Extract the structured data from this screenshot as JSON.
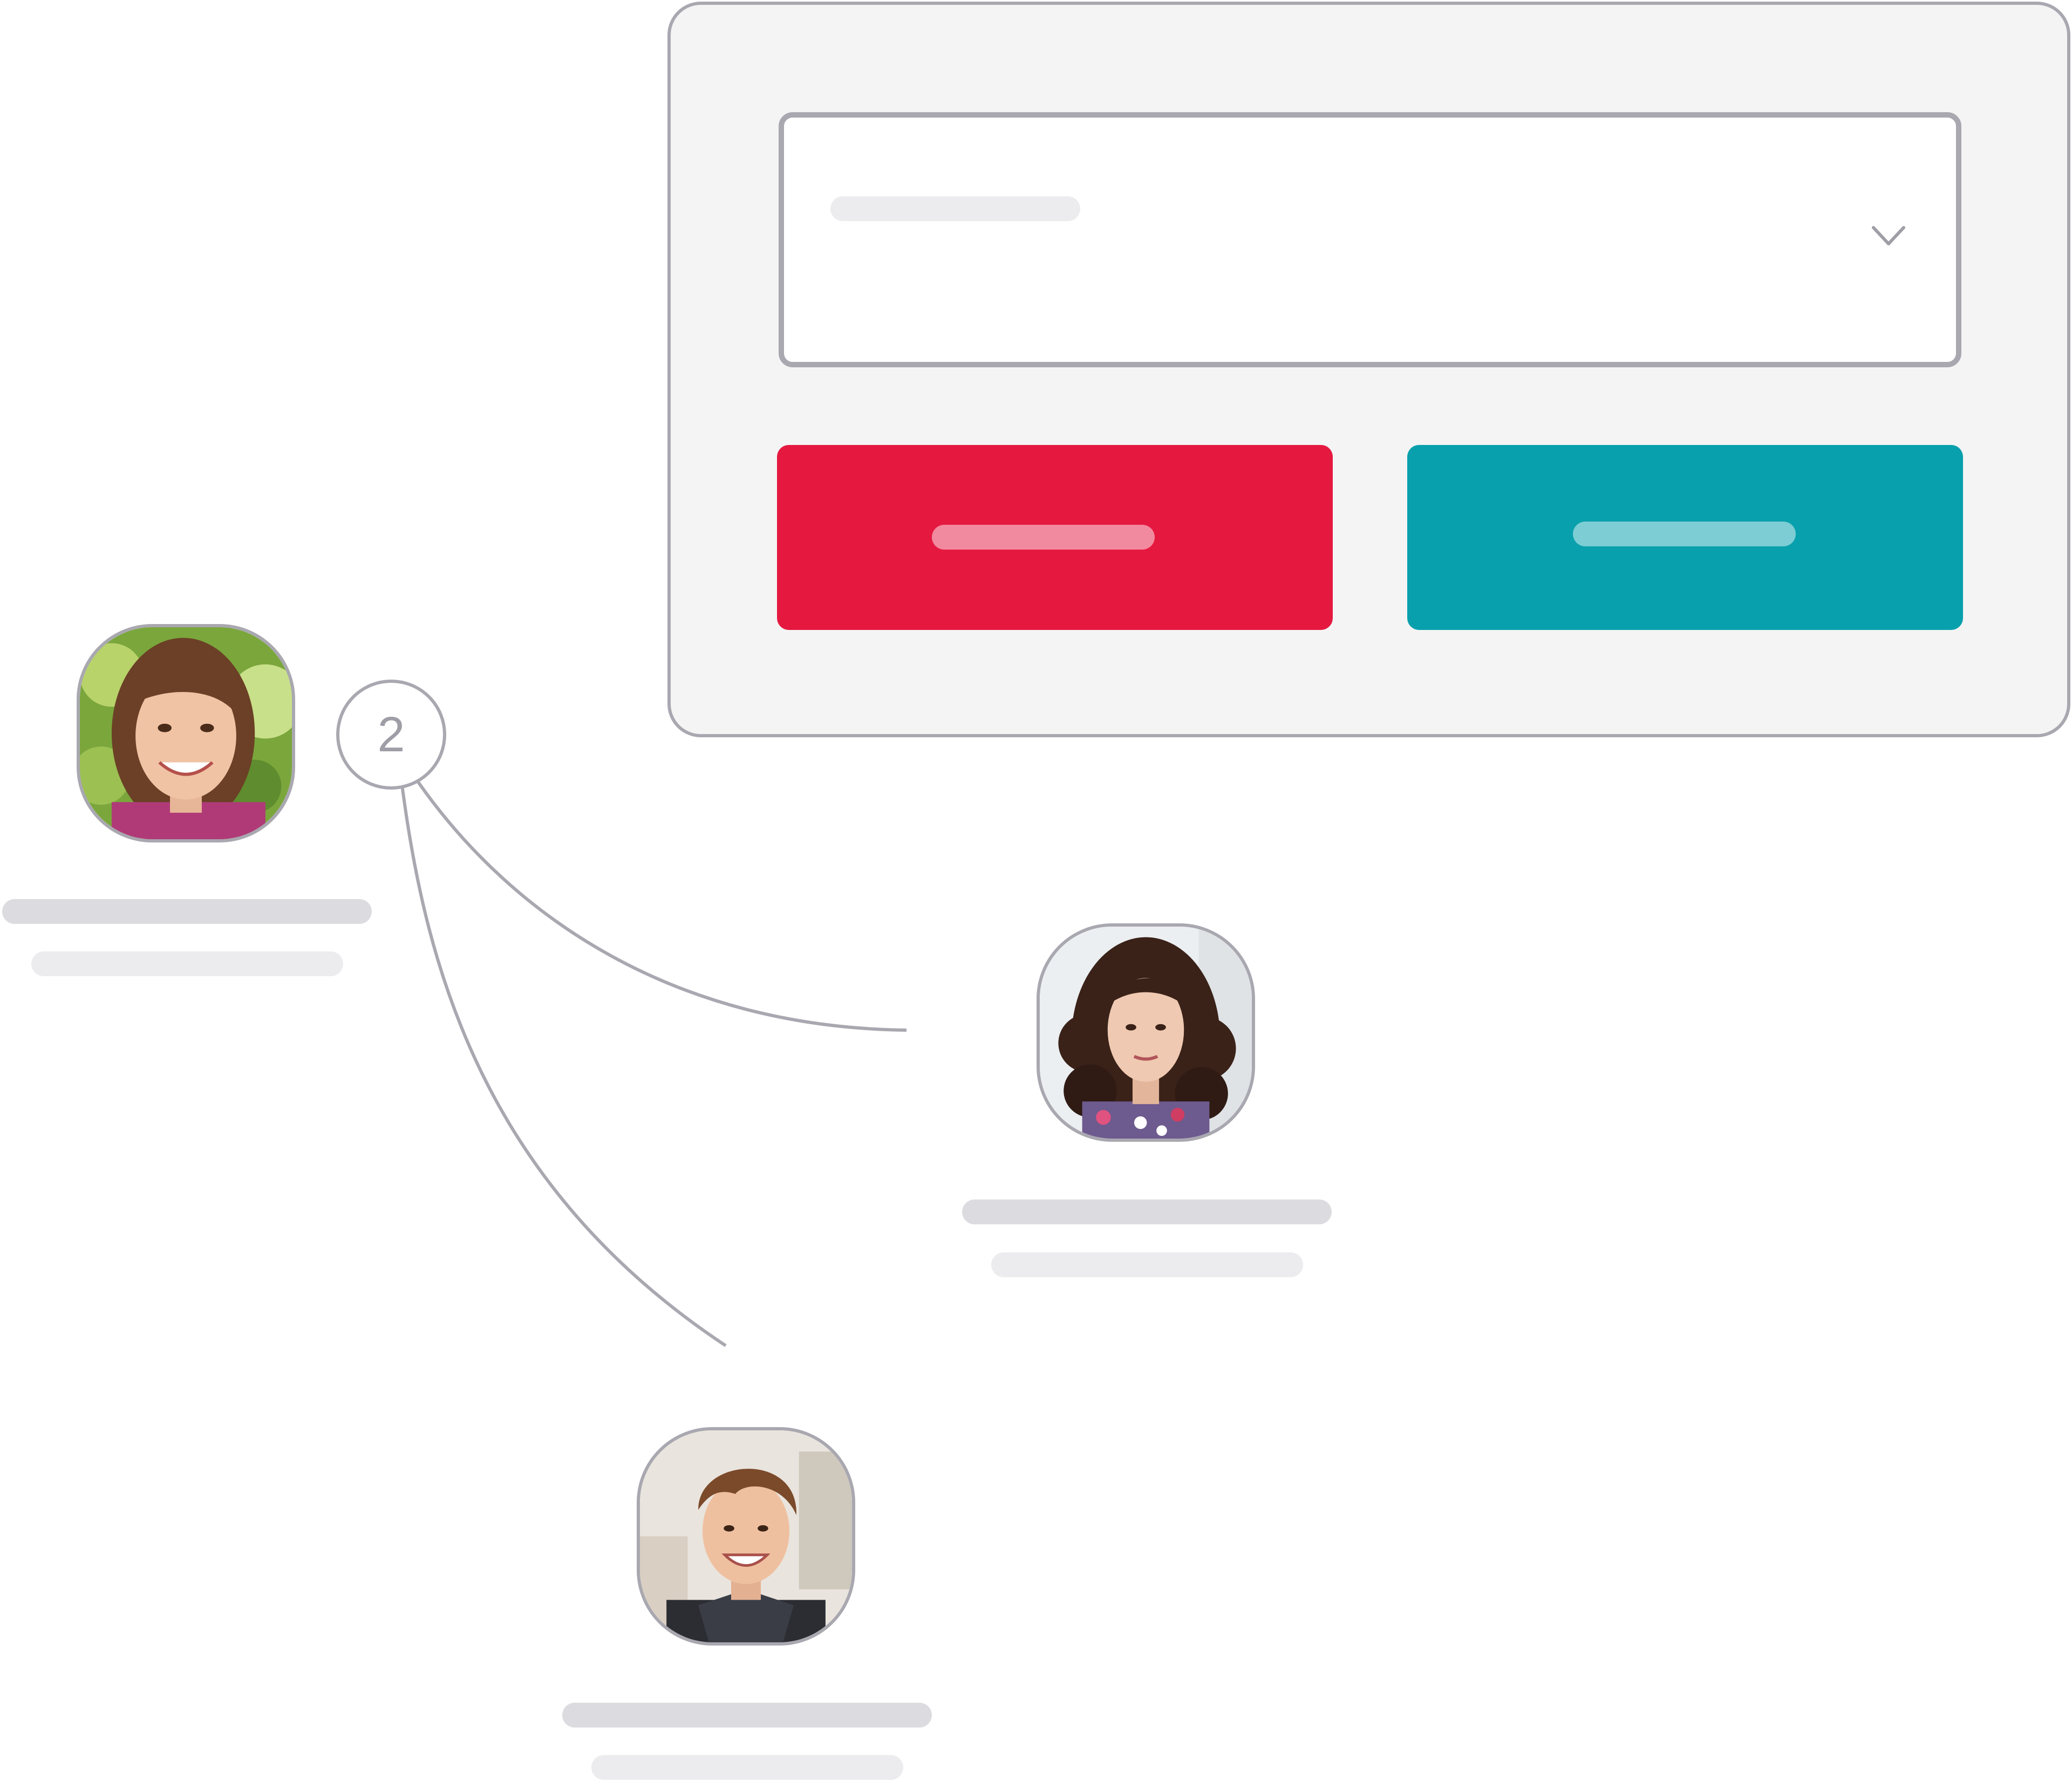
{
  "colors": {
    "border": "#a9a8b0",
    "panel_bg": "#f4f4f4",
    "red": "#e51940",
    "red_bar": "#f28a9f",
    "teal": "#09a0ad",
    "teal_bar": "#7ccdd4",
    "line_dark": "#dcdce0",
    "line_light": "#ececee"
  },
  "panel": {
    "select": {
      "icon": "chevron-down-icon"
    },
    "decline_button": {},
    "accept_button": {}
  },
  "badge": {
    "count": "2"
  },
  "people": [
    {
      "id": "person-1",
      "avatar": "woman-smiling-photo"
    },
    {
      "id": "person-2",
      "avatar": "woman-curly-hair-photo"
    },
    {
      "id": "person-3",
      "avatar": "man-smiling-photo"
    }
  ]
}
